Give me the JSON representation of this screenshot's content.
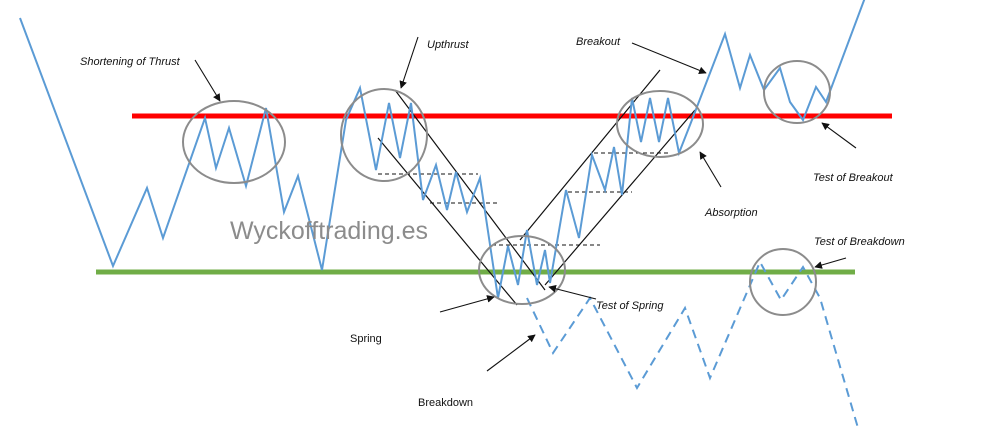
{
  "labels": {
    "shortening_of_thrust": "Shortening of Thrust",
    "upthrust": "Upthrust",
    "breakout": "Breakout",
    "test_of_breakout": "Test of Breakout",
    "absorption": "Absorption",
    "test_of_breakdown": "Test of Breakdown",
    "test_of_spring": "Test of Spring",
    "spring": "Spring",
    "breakdown": "Breakdown"
  },
  "watermark": "Wyckofftrading.es",
  "colors": {
    "resistance_line": "#ff0000",
    "support_line": "#70ad47",
    "price_line": "#5b9bd5",
    "circle": "#8c8c8c"
  }
}
